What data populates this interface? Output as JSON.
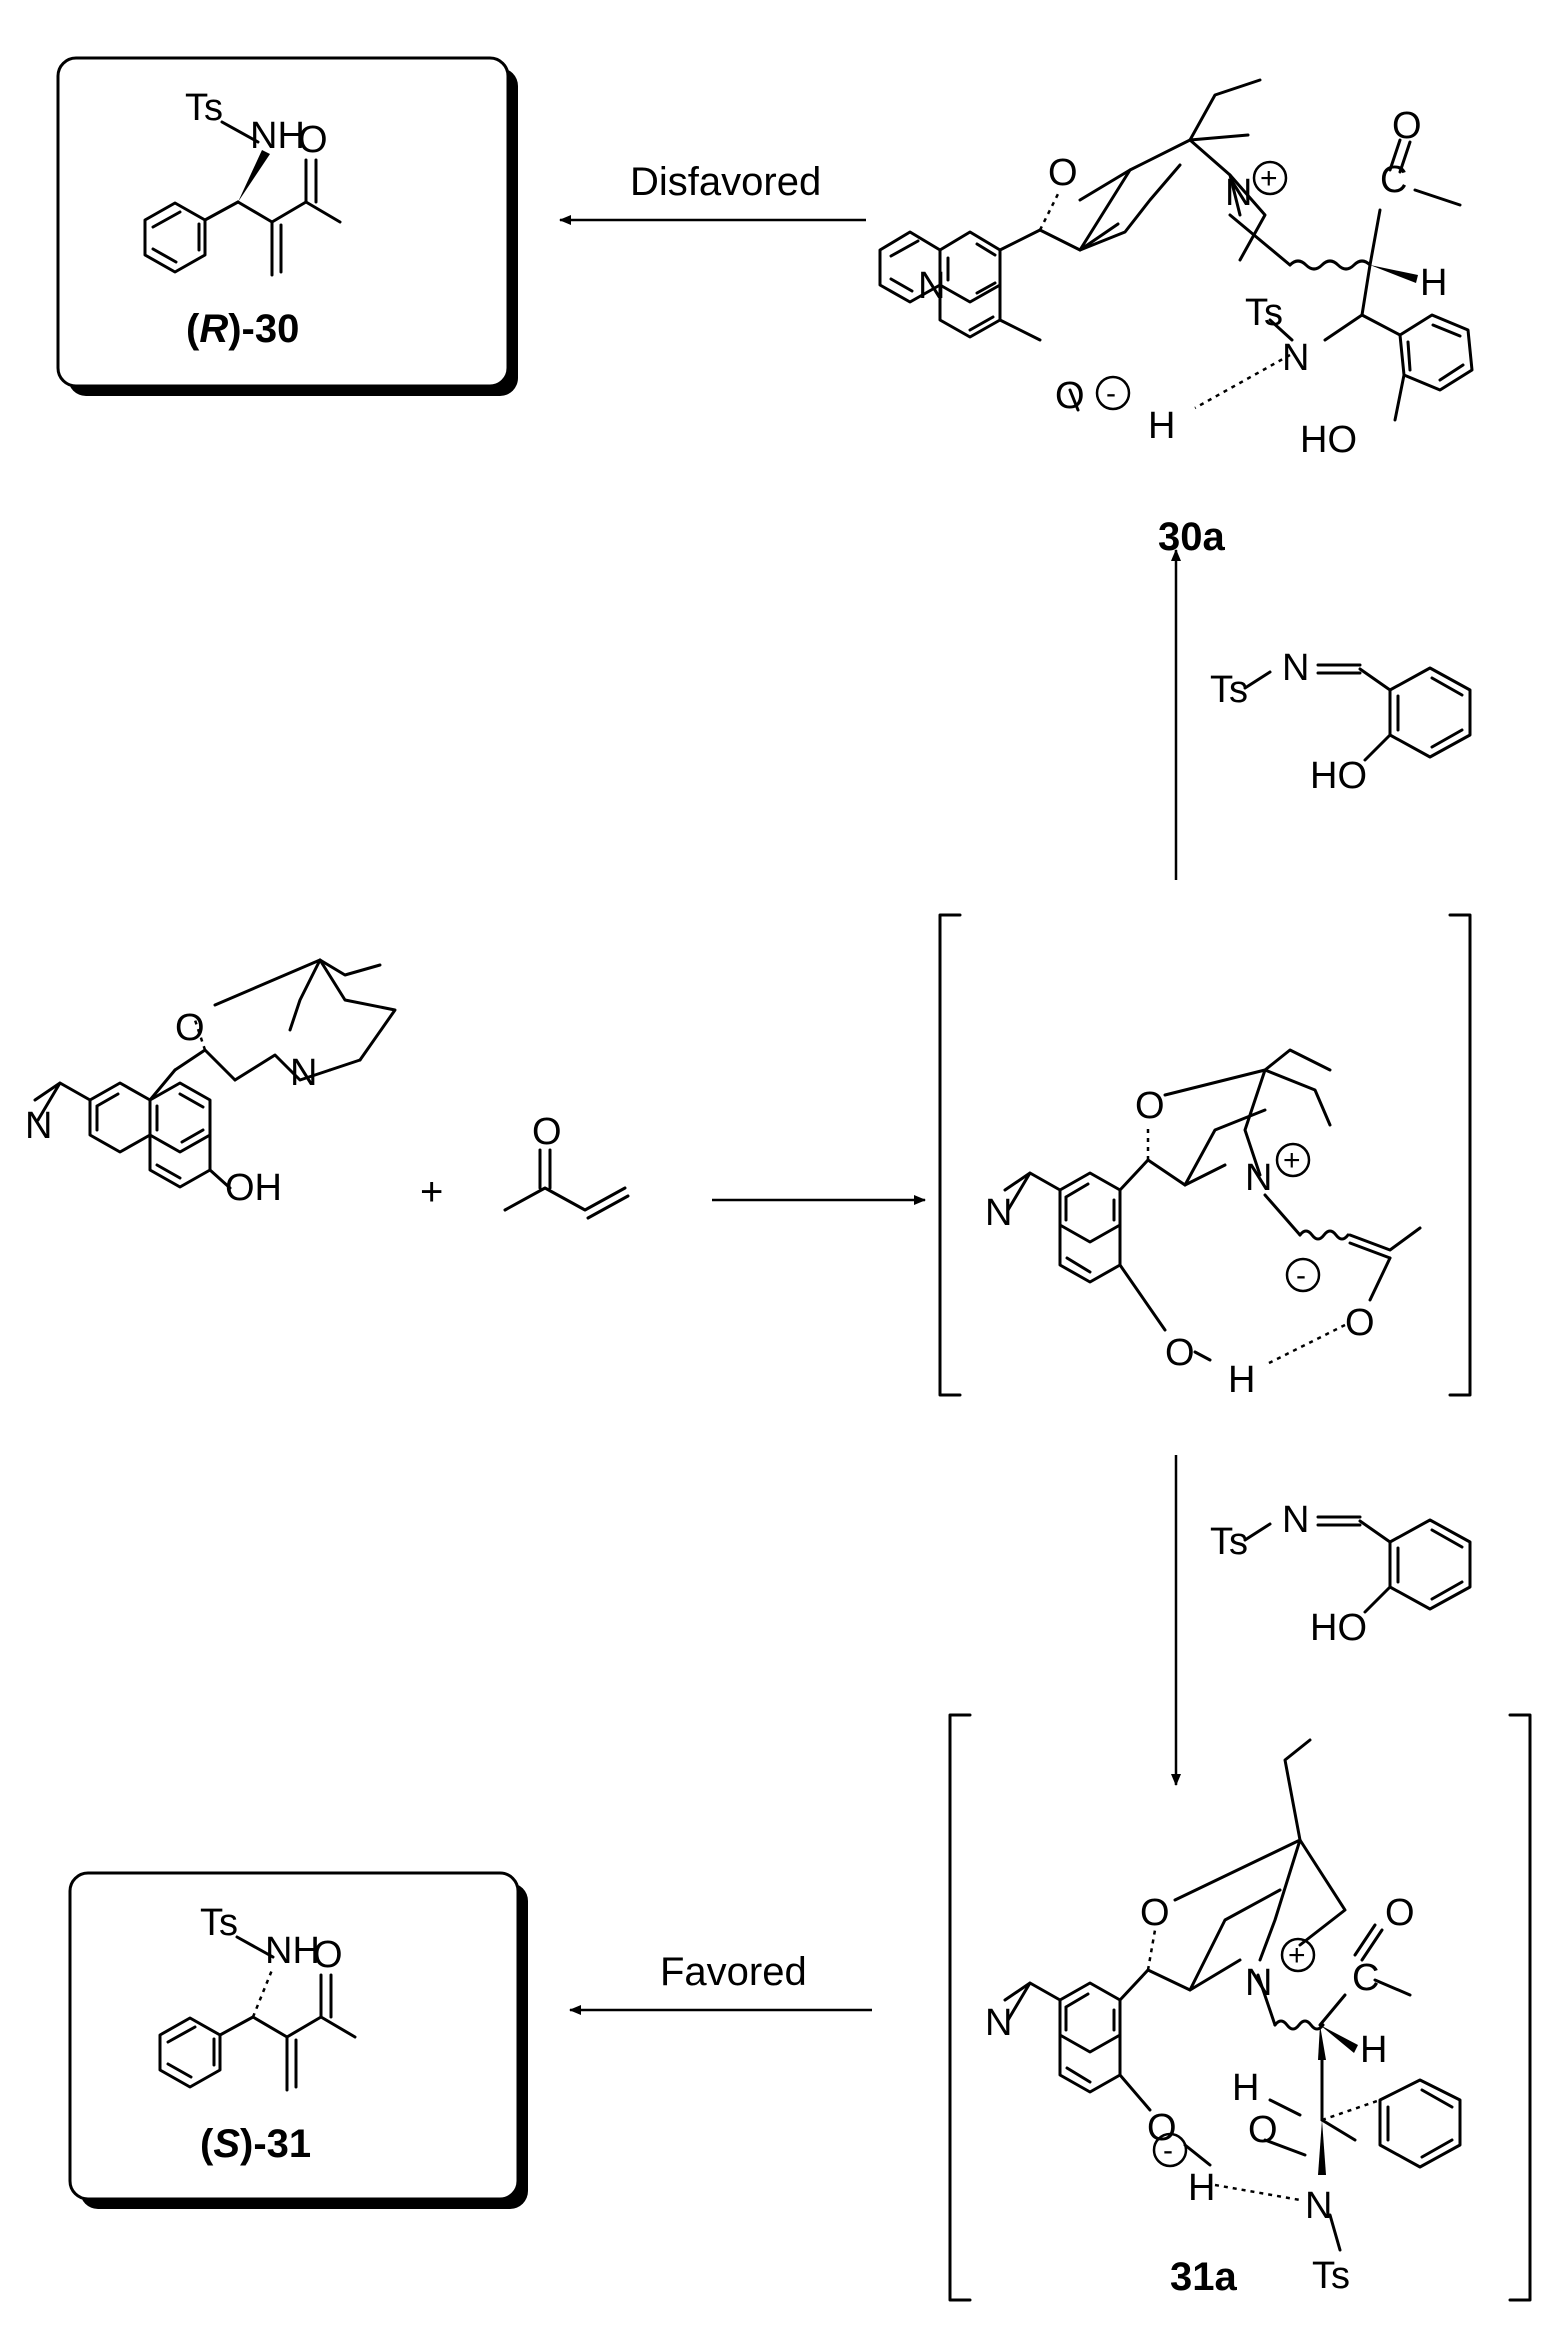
{
  "products": {
    "r30": {
      "ts": "Ts",
      "nh": "NH",
      "o": "O",
      "label_open": "(",
      "label_config": "R",
      "label_close": ")-30"
    },
    "s31": {
      "ts": "Ts",
      "nh": "NH",
      "o": "O",
      "label_open": "(",
      "label_config": "S",
      "label_close": ")-31"
    }
  },
  "arrows": {
    "disfavored": "Disfavored",
    "favored": "Favored",
    "plus": "+"
  },
  "reagent_imine": {
    "ts": "Ts",
    "n": "N",
    "ho": "HO"
  },
  "catalyst": {
    "o": "O",
    "n_ring": "N",
    "n_quin": "N",
    "oh": "OH"
  },
  "mvk": {
    "o": "O"
  },
  "zwitterion": {
    "o_ether": "O",
    "n_plus": "N",
    "plus": "+",
    "n_quin": "N",
    "minus": "-",
    "o_enolate": "O",
    "o_phenol": "O",
    "h": "H"
  },
  "ts30a": {
    "o_ether": "O",
    "n_plus": "N",
    "plus": "+",
    "o_carbonyl": "O",
    "c_carbonyl": "C",
    "h": "H",
    "n_quin": "N",
    "ts": "Ts",
    "n_amide": "N",
    "o_phenol": "O",
    "minus": "-",
    "h_bond": "H",
    "ho": "HO",
    "label": "30a"
  },
  "ts31a": {
    "o_ether": "O",
    "n_plus": "N",
    "plus": "+",
    "o_carbonyl": "O",
    "c_carbonyl": "C",
    "h": "H",
    "n_quin": "N",
    "o_phenol": "O",
    "minus": "-",
    "h_top": "H",
    "o_aryl": "O",
    "h_bottom": "H",
    "n_amide": "N",
    "ts": "Ts",
    "label": "31a"
  }
}
